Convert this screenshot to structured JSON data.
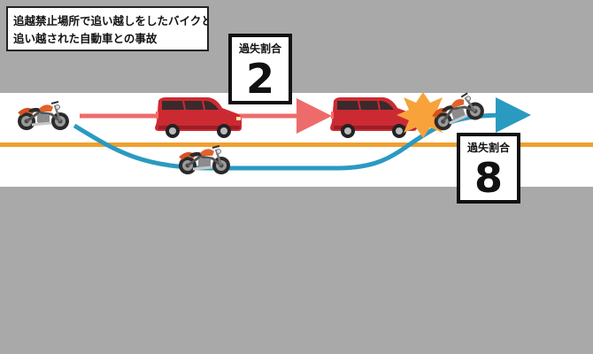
{
  "caption": {
    "line1": "追越禁止場所で追い越しをしたバイクと",
    "line2": "追い越された自動車との事故"
  },
  "fault_car": {
    "label": "過失割合",
    "value": "2"
  },
  "fault_bike": {
    "label": "過失割合",
    "value": "8"
  },
  "colors": {
    "road": "#ffffff",
    "background": "#a9a9a9",
    "center_line": "#f0a030",
    "car_path": "#ee6b6b",
    "bike_path": "#2b9ac0",
    "car_body": "#cc2a33",
    "impact": "#f7a23a"
  }
}
